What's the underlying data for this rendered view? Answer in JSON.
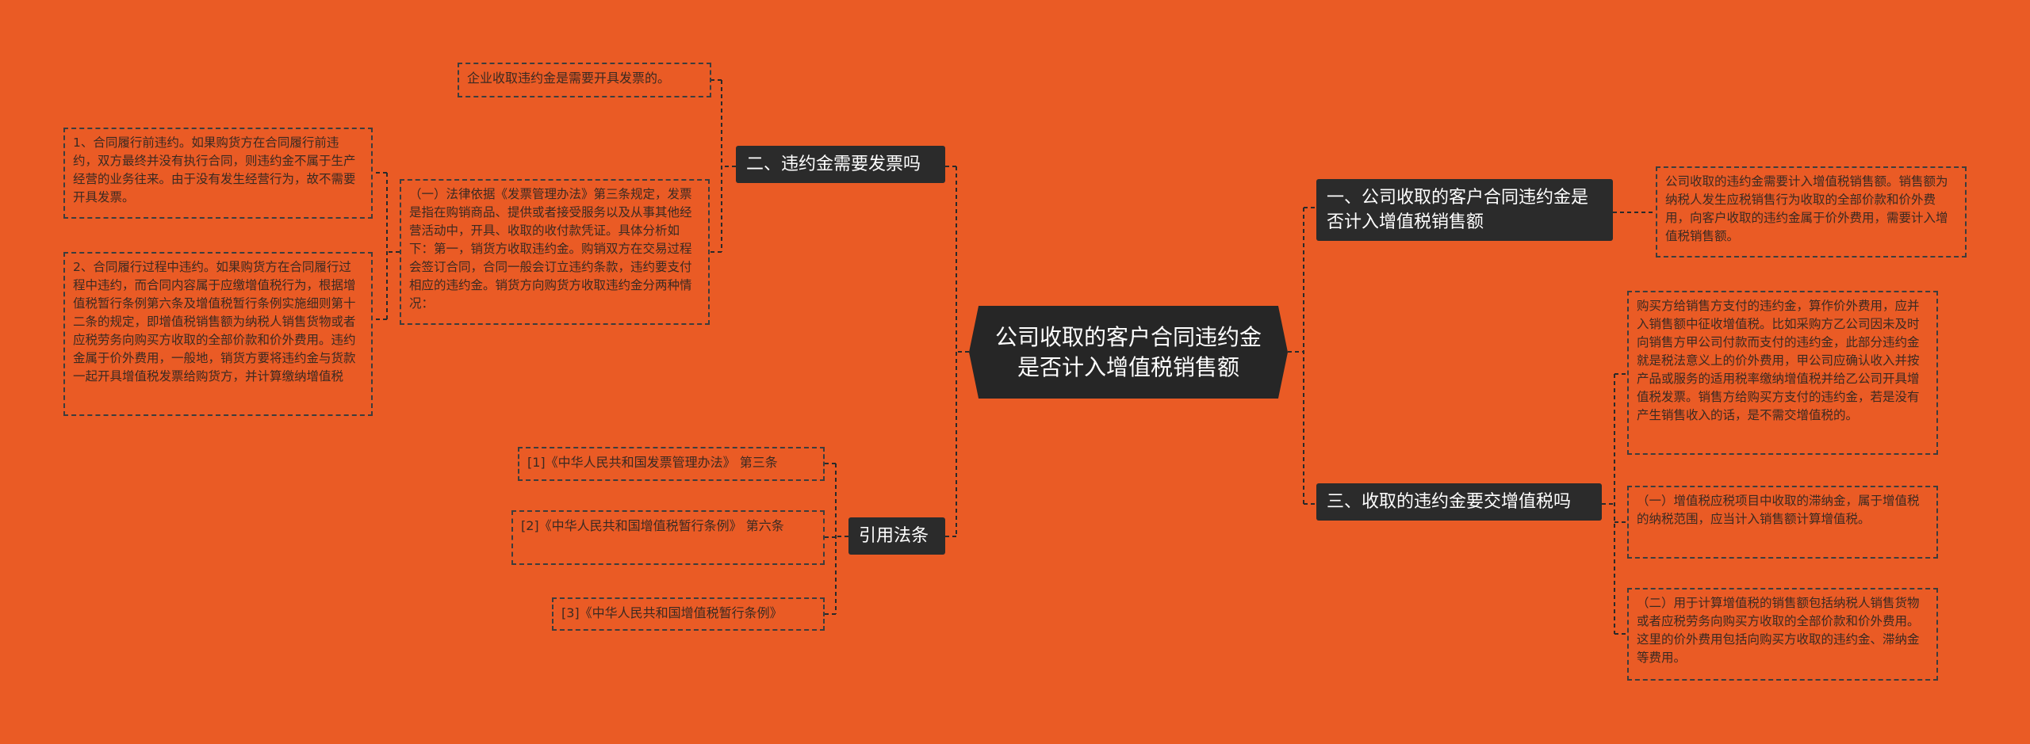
{
  "root": {
    "label": "公司收取的客户合同违约金是否计入增值税销售额"
  },
  "left_branches": [
    {
      "label": "二、违约金需要发票吗",
      "children": [
        "企业收取违约金是需要开具发票的。",
        "（一）法律依据《发票管理办法》第三条规定，发票是指在购销商品、提供或者接受服务以及从事其他经营活动中，开具、收取的收付款凭证。具体分析如下：第一，销货方收取违约金。购销双方在交易过程会签订合同，合同一般会订立违约条款，违约要支付相应的违约金。销货方向购货方收取违约金分两种情况："
      ],
      "sub_children": [
        "1、合同履行前违约。如果购货方在合同履行前违约，双方最终并没有执行合同，则违约金不属于生产经营的业务往来。由于没有发生经营行为，故不需要开具发票。",
        "2、合同履行过程中违约。如果购货方在合同履行过程中违约，而合同内容属于应缴增值税行为，根据增值税暂行条例第六条及增值税暂行条例实施细则第十二条的规定，即增值税销售额为纳税人销售货物或者应税劳务向购买方收取的全部价款和价外费用。违约金属于价外费用，一般地，销货方要将违约金与货款一起开具增值税发票给购货方，并计算缴纳增值税"
      ]
    },
    {
      "label": "引用法条",
      "children": [
        "[1]《中华人民共和国发票管理办法》 第三条",
        "[2]《中华人民共和国增值税暂行条例》 第六条",
        "[3]《中华人民共和国增值税暂行条例》"
      ]
    }
  ],
  "right_branches": [
    {
      "label": "一、公司收取的客户合同违约金是否计入增值税销售额",
      "children": [
        "公司收取的违约金需要计入增值税销售额。销售额为纳税人发生应税销售行为收取的全部价款和价外费用，向客户收取的违约金属于价外费用，需要计入增值税销售额。"
      ]
    },
    {
      "label": "三、收取的违约金要交增值税吗",
      "children": [
        "购买方给销售方支付的违约金，算作价外费用，应并入销售额中征收增值税。比如采购方乙公司因未及时向销售方甲公司付款而支付的违约金，此部分违约金就是税法意义上的价外费用，甲公司应确认收入并按产品或服务的适用税率缴纳增值税并给乙公司开具增值税发票。销售方给购买方支付的违约金，若是没有产生销售收入的话，是不需交增值税的。",
        "（一）增值税应税项目中收取的滞纳金，属于增值税的纳税范围，应当计入销售额计算增值税。",
        "（二）用于计算增值税的销售额包括纳税人销售货物或者应税劳务向购买方收取的全部价款和价外费用。这里的价外费用包括向购买方收取的违约金、滞纳金等费用。"
      ]
    }
  ]
}
